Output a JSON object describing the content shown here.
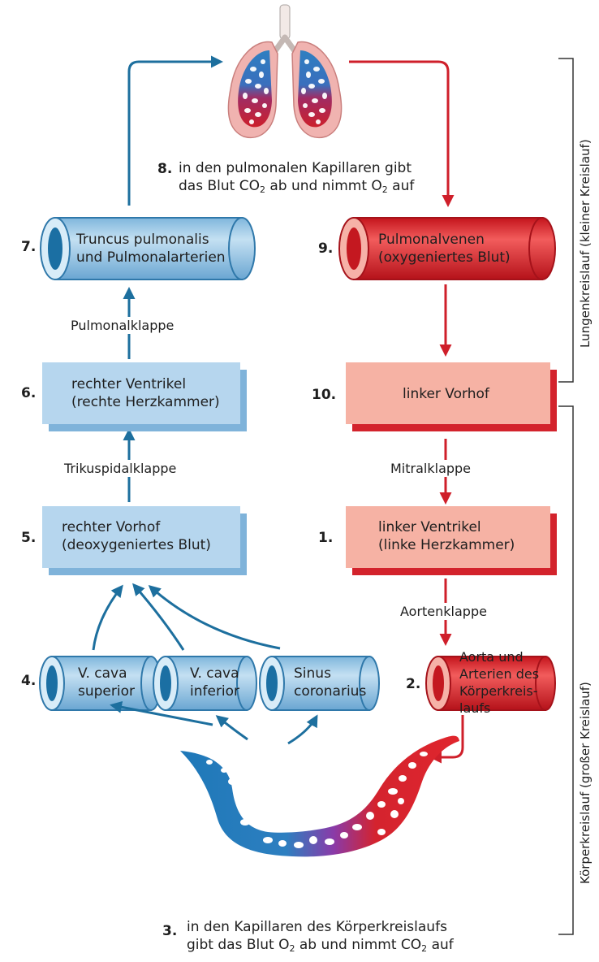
{
  "colors": {
    "deoxygenated": "#a9cde6",
    "deoxygenated_dark": "#1b6fa3",
    "oxygenated": "#e0262d",
    "oxygenated_light": "#f4a898",
    "arrow_blue": "#1d6f9e",
    "arrow_red": "#cf1f2a"
  },
  "icons": {
    "lungs": "lungs-icon",
    "capillary_network": "capillary-network-icon"
  },
  "pulmonary_capillaries": {
    "number": "8.",
    "line1": "in den pulmonalen Kapillaren gibt",
    "line2_pre": "das Blut CO",
    "line2_sub1": "2",
    "line2_mid": " ab und nimmt O",
    "line2_sub2": "2",
    "line2_post": " auf"
  },
  "nodes": {
    "truncus": {
      "number": "7.",
      "line1": "Truncus pulmonalis",
      "line2": "und Pulmonalarterien"
    },
    "pulmonalvenen": {
      "number": "9.",
      "line1": "Pulmonalvenen",
      "line2": "(oxygeniertes Blut)"
    },
    "rechter_ventrikel": {
      "number": "6.",
      "line1": "rechter Ventrikel",
      "line2": "(rechte Herzkammer)"
    },
    "linker_vorhof": {
      "number": "10.",
      "line1": "linker Vorhof"
    },
    "rechter_vorhof": {
      "number": "5.",
      "line1": "rechter Vorhof",
      "line2": "(deoxygeniertes Blut)"
    },
    "linker_ventrikel": {
      "number": "1.",
      "line1": "linker Ventrikel",
      "line2": "(linke Herzkammer)"
    },
    "v_cava_superior": {
      "number": "4.",
      "line1": "V. cava",
      "line2": "superior"
    },
    "v_cava_inferior": {
      "line1": "V. cava",
      "line2": "inferior"
    },
    "sinus_coronarius": {
      "line1": "Sinus",
      "line2": "coronarius"
    },
    "aorta": {
      "number": "2.",
      "line1": "Aorta und",
      "line2": "Arterien des",
      "line3": "Körperkreis-",
      "line4": "laufs"
    }
  },
  "valves": {
    "pulmonal": "Pulmonalklappe",
    "trikuspidal": "Trikuspidalklappe",
    "mitral": "Mitralklappe",
    "aorten": "Aortenklappe"
  },
  "body_capillaries": {
    "number": "3.",
    "line1": "in den Kapillaren des Körperkreislaufs",
    "line2_pre": "gibt das Blut O",
    "line2_sub1": "2",
    "line2_mid": " ab und nimmt CO",
    "line2_sub2": "2",
    "line2_post": " auf"
  },
  "circuits": {
    "lungenkreislauf": "Lungenkreislauf (kleiner Kreislauf)",
    "koerperkreislauf": "Körperkreislauf (großer Kreislauf)"
  }
}
